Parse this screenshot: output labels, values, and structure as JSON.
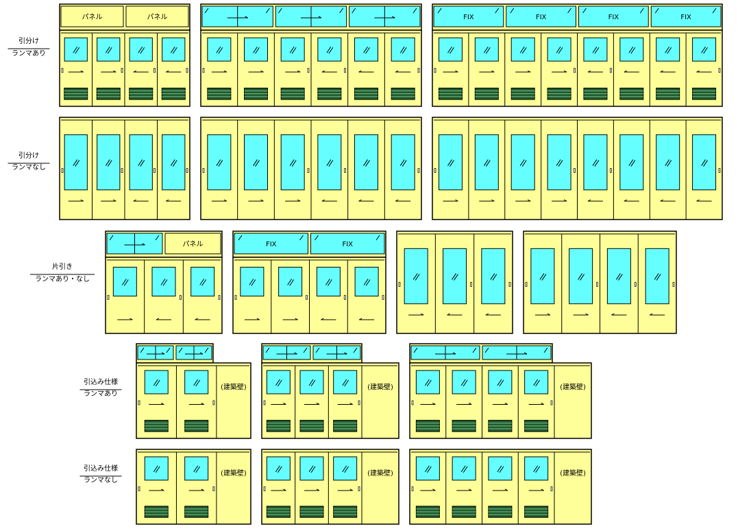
{
  "colors": {
    "door_fill": "#ffff99",
    "glass_fill": "#66ffff",
    "louver_fill": "#1f5c2e",
    "louver_line": "#7fbf8a",
    "line": "#000000",
    "frame_outer": "#000000",
    "background": "#ffffff"
  },
  "labels": {
    "panel": "パネル",
    "fix": "FIX",
    "wall": "(建築壁)"
  },
  "rows": [
    {
      "id": "hikiwake-ranma-ari",
      "title": "引分け",
      "subtitle": "ランマあり"
    },
    {
      "id": "hikiwake-ranma-nashi",
      "title": "引分け",
      "subtitle": "ランマなし"
    },
    {
      "id": "katabiki",
      "title": "片引き",
      "subtitle": "ランマあり・なし"
    },
    {
      "id": "hikikomi-ranma-ari",
      "title": "引込み仕様",
      "subtitle": "ランマあり"
    },
    {
      "id": "hikikomi-ranma-nashi",
      "title": "引込み仕様",
      "subtitle": "ランマなし"
    }
  ],
  "elevations": [
    {
      "id": "hikiwake-ari-4",
      "row": 0,
      "doors": 4,
      "transom": "panel",
      "door_style": "small-window-louver",
      "walls": 0
    },
    {
      "id": "hikiwake-ari-6",
      "row": 0,
      "doors": 6,
      "transom": "sliding",
      "door_style": "small-window-louver",
      "walls": 0
    },
    {
      "id": "hikiwake-ari-8",
      "row": 0,
      "doors": 8,
      "transom": "fix",
      "door_style": "small-window-louver",
      "walls": 0
    },
    {
      "id": "hikiwake-nashi-4",
      "row": 1,
      "doors": 4,
      "transom": "none",
      "door_style": "tall-window",
      "walls": 0
    },
    {
      "id": "hikiwake-nashi-6",
      "row": 1,
      "doors": 6,
      "transom": "none",
      "door_style": "tall-window",
      "walls": 0
    },
    {
      "id": "hikiwake-nashi-8",
      "row": 1,
      "doors": 8,
      "transom": "none",
      "door_style": "tall-window",
      "walls": 0
    },
    {
      "id": "katabiki-ari-3",
      "row": 2,
      "doors": 3,
      "transom": "sliding-panel",
      "door_style": "mid-window",
      "walls": 0
    },
    {
      "id": "katabiki-ari-4",
      "row": 2,
      "doors": 4,
      "transom": "fix",
      "door_style": "mid-window",
      "walls": 0
    },
    {
      "id": "katabiki-nashi-3",
      "row": 2,
      "doors": 3,
      "transom": "none",
      "door_style": "tall-window",
      "walls": 0
    },
    {
      "id": "katabiki-nashi-4",
      "row": 2,
      "doors": 4,
      "transom": "none",
      "door_style": "tall-window",
      "walls": 0
    },
    {
      "id": "hikikomi-ari-2",
      "row": 3,
      "doors": 2,
      "transom": "sliding",
      "door_style": "small-window-louver",
      "walls": 1
    },
    {
      "id": "hikikomi-ari-3",
      "row": 3,
      "doors": 3,
      "transom": "sliding",
      "door_style": "small-window-louver",
      "walls": 1
    },
    {
      "id": "hikikomi-ari-4",
      "row": 3,
      "doors": 4,
      "transom": "sliding",
      "door_style": "small-window-louver",
      "walls": 1
    },
    {
      "id": "hikikomi-nashi-2",
      "row": 4,
      "doors": 2,
      "transom": "none",
      "door_style": "small-window-louver",
      "walls": 1
    },
    {
      "id": "hikikomi-nashi-3",
      "row": 4,
      "doors": 3,
      "transom": "none",
      "door_style": "small-window-louver",
      "walls": 1
    },
    {
      "id": "hikikomi-nashi-4",
      "row": 4,
      "doors": 4,
      "transom": "none",
      "door_style": "small-window-louver",
      "walls": 1
    }
  ]
}
